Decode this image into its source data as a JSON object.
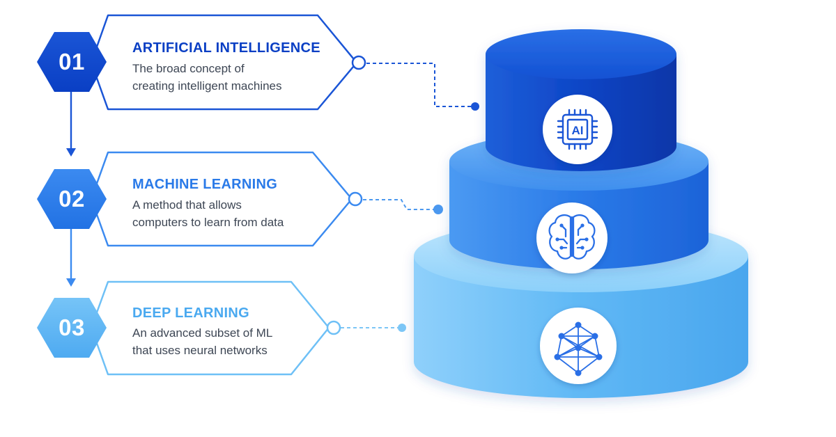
{
  "colors": {
    "level1": "#0a3fc4",
    "level2": "#2a7ae8",
    "level3": "#5ab4f4",
    "text": "#3d4654"
  },
  "items": [
    {
      "number": "01",
      "title": "ARTIFICIAL INTELLIGENCE",
      "description": [
        "The broad concept of",
        "creating intelligent machines"
      ],
      "icon": "ai-chip-icon"
    },
    {
      "number": "02",
      "title": "MACHINE LEARNING",
      "description": [
        "A method that allows",
        "computers to learn from data"
      ],
      "icon": "brain-circuit-icon"
    },
    {
      "number": "03",
      "title": "DEEP LEARNING",
      "description": [
        "An advanced subset of ML",
        "that uses neural networks"
      ],
      "icon": "neural-network-icon"
    }
  ],
  "chip_label": "AI"
}
